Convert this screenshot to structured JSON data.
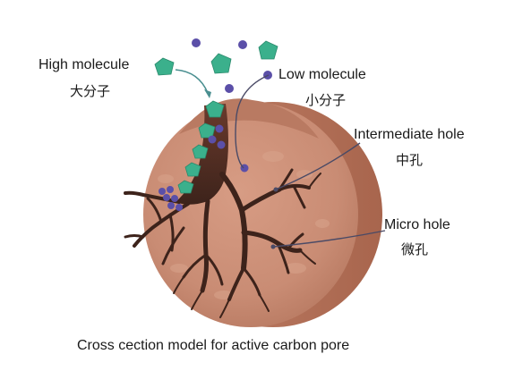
{
  "labels": {
    "high_molecule": {
      "en": "High molecule",
      "zh": "大分子"
    },
    "low_molecule": {
      "en": "Low molecule",
      "zh": "小分子"
    },
    "intermediate_hole": {
      "en": "Intermediate hole",
      "zh": "中孔"
    },
    "micro_hole": {
      "en": "Micro hole",
      "zh": "微孔"
    }
  },
  "caption": "Cross cection model for active carbon pore",
  "colors": {
    "carbon_face": "#c98c74",
    "carbon_side": "#b6725a",
    "pore_dark": "#3d231b",
    "high_molecule": "#3bb08c",
    "low_molecule": "#5b4fa8",
    "leader_line": "#4a4a66",
    "arrow_teal": "#4a8f90"
  }
}
